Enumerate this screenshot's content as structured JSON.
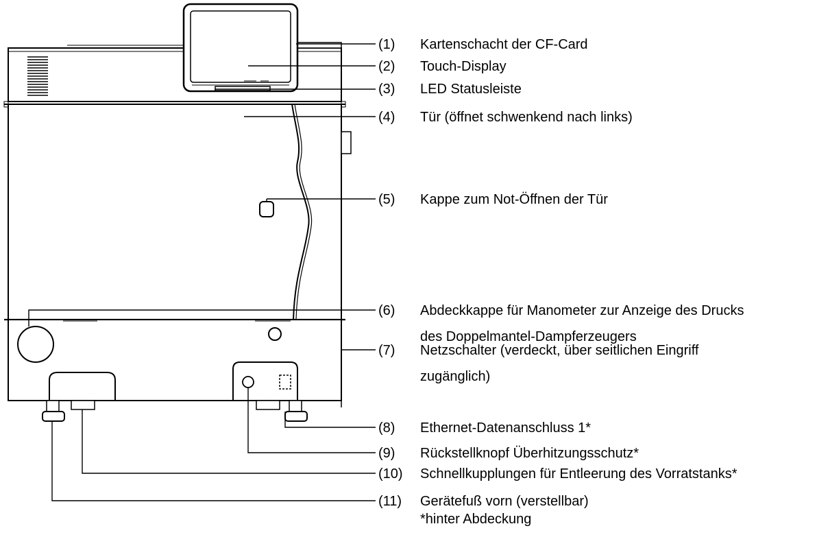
{
  "colors": {
    "line": "#000000",
    "background": "#ffffff"
  },
  "callouts": [
    {
      "num": "(1)",
      "text": "Kartenschacht der CF-Card"
    },
    {
      "num": "(2)",
      "text": "Touch-Display"
    },
    {
      "num": "(3)",
      "text": "LED Statusleiste"
    },
    {
      "num": "(4)",
      "text": "Tür (öffnet schwenkend nach links)"
    },
    {
      "num": "(5)",
      "text": "Kappe zum Not-Öffnen der Tür"
    },
    {
      "num": "(6)",
      "text": "Abdeckkappe für Manometer zur Anzeige des Drucks",
      "text2": "des Doppelmantel-Dampferzeugers"
    },
    {
      "num": "(7)",
      "text": "Netzschalter (verdeckt, über seitlichen Eingriff",
      "text2": "zugänglich)"
    },
    {
      "num": "(8)",
      "text": "Ethernet-Datenanschluss 1*"
    },
    {
      "num": "(9)",
      "text": "Rückstellknopf Überhitzungsschutz*"
    },
    {
      "num": "(10)",
      "text": "Schnellkupplungen für Entleerung des Vorratstanks*"
    },
    {
      "num": "(11)",
      "text": "Gerätefuß vorn (verstellbar)",
      "text2": "*hinter Abdeckung"
    }
  ]
}
